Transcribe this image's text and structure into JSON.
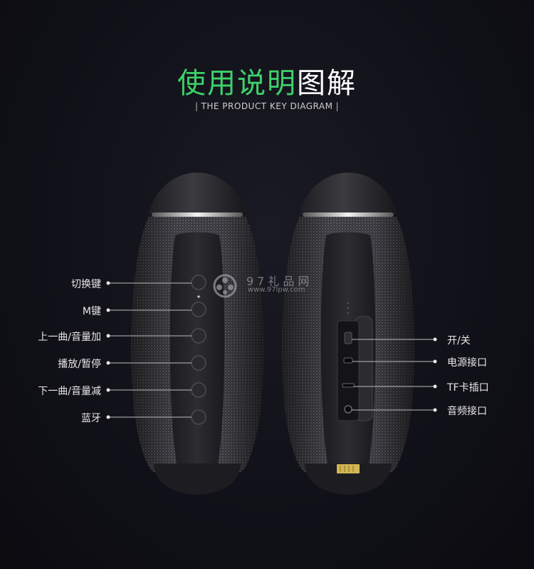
{
  "title": {
    "green": "使用说明",
    "white": "图解"
  },
  "subtitle": {
    "bar_left": "|",
    "text": "THE PRODUCT KEY DIAGRAM",
    "bar_right": "|"
  },
  "left_labels": [
    "切换键",
    "M键",
    "上一曲/音量加",
    "播放/暂停",
    "下一曲/音量减",
    "蓝牙"
  ],
  "right_labels": [
    "开/关",
    "电源接口",
    "TF卡插口",
    "音频接口"
  ],
  "watermark": {
    "name": "97礼品网",
    "url": "www.97lpw.com"
  },
  "colors": {
    "title_green": "#3ed16a",
    "label_text": "#e8e8e8",
    "background": "#111119"
  }
}
